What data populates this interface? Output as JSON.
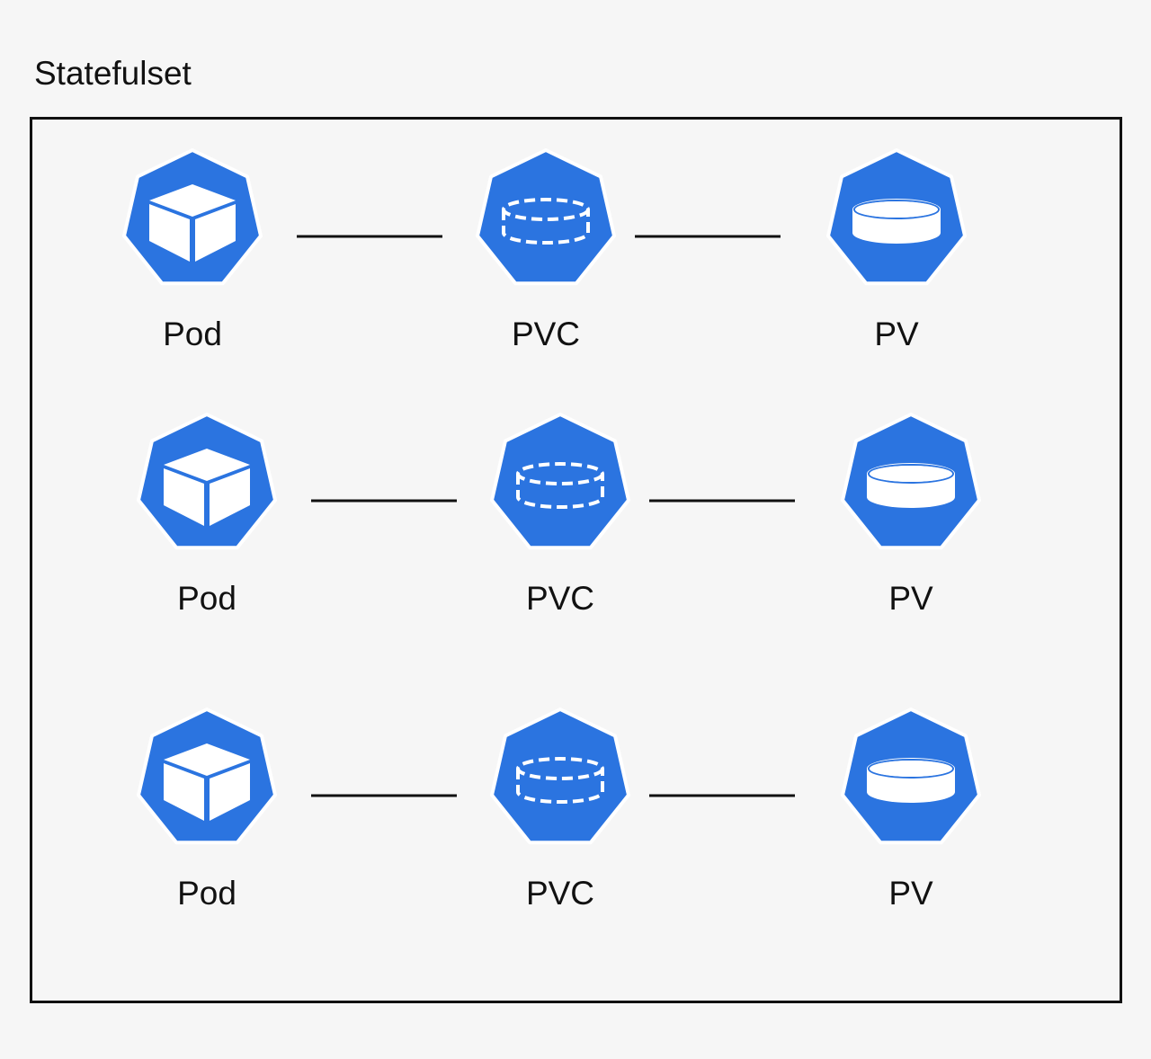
{
  "title": "Statefulset",
  "colors": {
    "background": "#f6f6f6",
    "icon_fill": "#2b74e0",
    "icon_stroke": "#ffffff",
    "glyph": "#ffffff",
    "line": "#111111",
    "text": "#111111"
  },
  "rows": [
    {
      "pod": {
        "label": "Pod",
        "icon": "pod-cube-icon"
      },
      "pvc": {
        "label": "PVC",
        "icon": "pvc-dashed-cylinder-icon"
      },
      "pv": {
        "label": "PV",
        "icon": "pv-cylinder-icon"
      }
    },
    {
      "pod": {
        "label": "Pod",
        "icon": "pod-cube-icon"
      },
      "pvc": {
        "label": "PVC",
        "icon": "pvc-dashed-cylinder-icon"
      },
      "pv": {
        "label": "PV",
        "icon": "pv-cylinder-icon"
      }
    },
    {
      "pod": {
        "label": "Pod",
        "icon": "pod-cube-icon"
      },
      "pvc": {
        "label": "PVC",
        "icon": "pvc-dashed-cylinder-icon"
      },
      "pv": {
        "label": "PV",
        "icon": "pv-cylinder-icon"
      }
    }
  ]
}
